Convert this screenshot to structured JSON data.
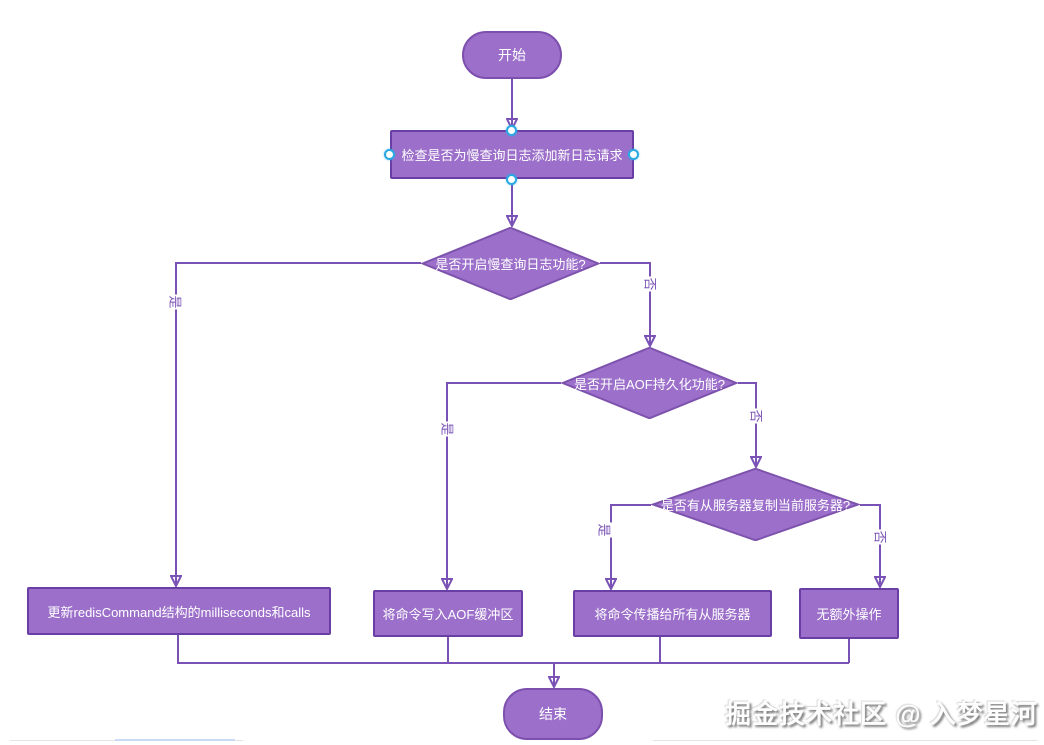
{
  "diagram": {
    "nodes": {
      "start": "开始",
      "check": "检查是否为慢查询日志添加新日志请求",
      "decision_slowlog": "是否开启慢查询日志功能?",
      "decision_aof": "是否开启AOF持久化功能?",
      "decision_replica": "是否有从服务器复制当前服务器?",
      "update_rediscommand": "更新redisCommand结构的milliseconds和calls",
      "write_aof": "将命令写入AOF缓冲区",
      "propagate": "将命令传播给所有从服务器",
      "no_extra": "无额外操作",
      "end": "结束"
    },
    "edge_labels": {
      "yes": "是",
      "no": "否"
    },
    "colors": {
      "node_fill": "#9c70ca",
      "rect_border": "#6a3fa5",
      "terminal_border": "#7d4fae",
      "diamond_border": "#7d52ad",
      "edge": "#7a52b5",
      "selection_handle": "#29a9e3",
      "node_text": "#ffffff"
    }
  },
  "watermark": {
    "text": "掘金技术社区 @ 入梦星河"
  }
}
